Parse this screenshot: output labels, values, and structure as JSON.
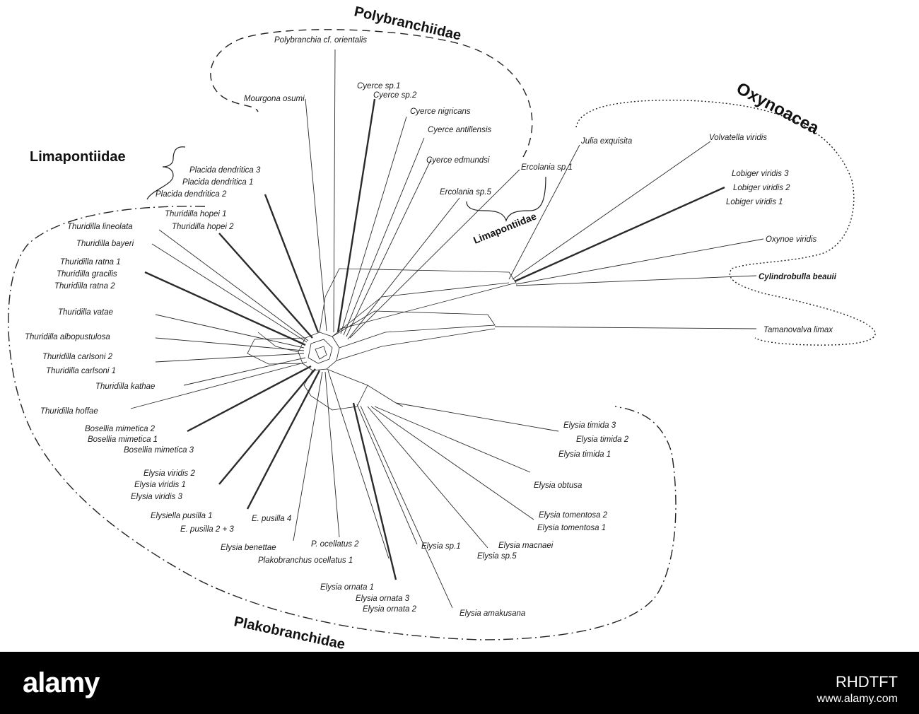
{
  "groups": {
    "polybranchiidae": "Polybranchiidae",
    "limapontiidae_left": "Limapontiidae",
    "limapontiidae_right": "Limapontiidae",
    "oxynoacea": "Oxynoacea",
    "plakobranchidae": "Plakobranchidae"
  },
  "taxa": {
    "polybranchia_orientalis": "Polybranchia cf. orientalis",
    "mourgona_osumi": "Mourgona osumi",
    "cyerce_sp1": "Cyerce sp.1",
    "cyerce_sp2": "Cyerce sp.2",
    "cyerce_nigricans": "Cyerce nigricans",
    "cyerce_antillensis": "Cyerce antillensis",
    "cyerce_edmundsi": "Cyerce edmundsi",
    "ercolania_sp1": "Ercolania sp.1",
    "ercolania_sp5": "Ercolania sp.5",
    "julia_exquisita": "Julia exquisita",
    "volvatella_viridis": "Volvatella viridis",
    "lobiger_viridis_3": "Lobiger viridis 3",
    "lobiger_viridis_2": "Lobiger viridis 2",
    "lobiger_viridis_1": "Lobiger viridis 1",
    "oxynoe_viridis": "Oxynoe viridis",
    "cylindrobulla_beauii": "Cylindrobulla beauii",
    "tamanovalva_limax": "Tamanovalva limax",
    "placida_dendritica_3": "Placida dendritica 3",
    "placida_dendritica_1": "Placida dendritica 1",
    "placida_dendritica_2": "Placida dendritica 2",
    "thuridilla_hopei_1": "Thuridilla hopei 1",
    "thuridilla_hopei_2": "Thuridilla hopei 2",
    "thuridilla_lineolata": "Thuridilla lineolata",
    "thuridilla_bayeri": "Thuridilla bayeri",
    "thuridilla_ratna_1": "Thuridilla ratna 1",
    "thuridilla_gracilis": "Thuridilla gracilis",
    "thuridilla_ratna_2": "Thuridilla ratna 2",
    "thuridilla_vatae": "Thuridilla vatae",
    "thuridilla_albopustulosa": "Thuridilla albopustulosa",
    "thuridilla_carlsoni_2": "Thuridilla carlsoni 2",
    "thuridilla_carlsoni_1": "Thuridilla carlsoni 1",
    "thuridilla_kathae": "Thuridilla kathae",
    "thuridilla_hoffae": "Thuridilla hoffae",
    "bosellia_mimetica_2": "Bosellia mimetica 2",
    "bosellia_mimetica_1": "Bosellia mimetica 1",
    "bosellia_mimetica_3": "Bosellia mimetica 3",
    "elysia_viridis_2": "Elysia viridis 2",
    "elysia_viridis_1": "Elysia viridis 1",
    "elysia_viridis_3": "Elysia viridis 3",
    "elysiella_pusilla_1": "Elysiella pusilla 1",
    "e_pusilla_4": "E. pusilla 4",
    "e_pusilla_2_3": "E. pusilla 2 + 3",
    "elysia_benettae": "Elysia benettae",
    "p_ocellatus_2": "P. ocellatus 2",
    "plakobranchus_ocellatus_1": "Plakobranchus ocellatus 1",
    "elysia_sp1": "Elysia sp.1",
    "elysia_macnaei": "Elysia macnaei",
    "elysia_sp5": "Elysia sp.5",
    "elysia_ornata_1": "Elysia ornata 1",
    "elysia_ornata_3": "Elysia ornata 3",
    "elysia_ornata_2": "Elysia ornata 2",
    "elysia_amakusana": "Elysia amakusana",
    "elysia_timida_3": "Elysia timida 3",
    "elysia_timida_2": "Elysia timida 2",
    "elysia_timida_1": "Elysia timida 1",
    "elysia_obtusa": "Elysia obtusa",
    "elysia_tomentosa_2": "Elysia tomentosa 2",
    "elysia_tomentosa_1": "Elysia tomentosa 1"
  },
  "watermark": {
    "logo": "alamy",
    "image_id": "RHDTFT",
    "url": "www.alamy.com"
  }
}
